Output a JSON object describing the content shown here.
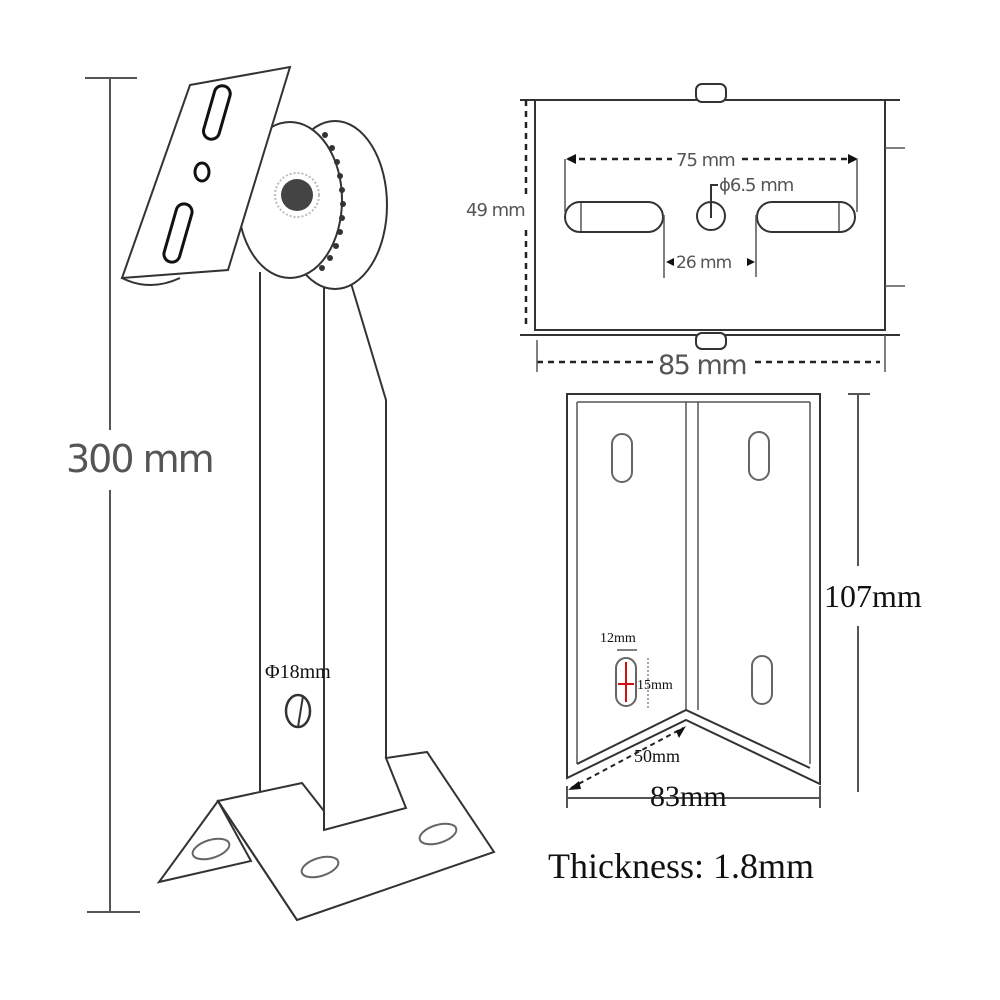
{
  "diagram": {
    "type": "technical-dimension-drawing",
    "subject": "Wall mount bracket",
    "stand_view": {
      "overall_height_label": "300 mm",
      "bolt_hole_label": "Φ18mm"
    },
    "top_plate_view": {
      "width_label": "85 mm",
      "height_label": "49 mm",
      "slot_span_label": "75 mm",
      "center_hole_label": "ϕ6.5 mm",
      "slot_gap_label": "26 mm"
    },
    "base_plate_view": {
      "width_label": "83mm",
      "height_label": "107mm",
      "slot_width_label": "12mm",
      "slot_length_label": "15mm",
      "flange_label": "50mm"
    },
    "thickness_label": "Thickness: 1.8mm",
    "colors": {
      "line": "#333333",
      "dimension_text_sans": "#555555",
      "dimension_text_serif": "#111111",
      "slot_marker": "#d01010",
      "background": "#ffffff"
    }
  }
}
